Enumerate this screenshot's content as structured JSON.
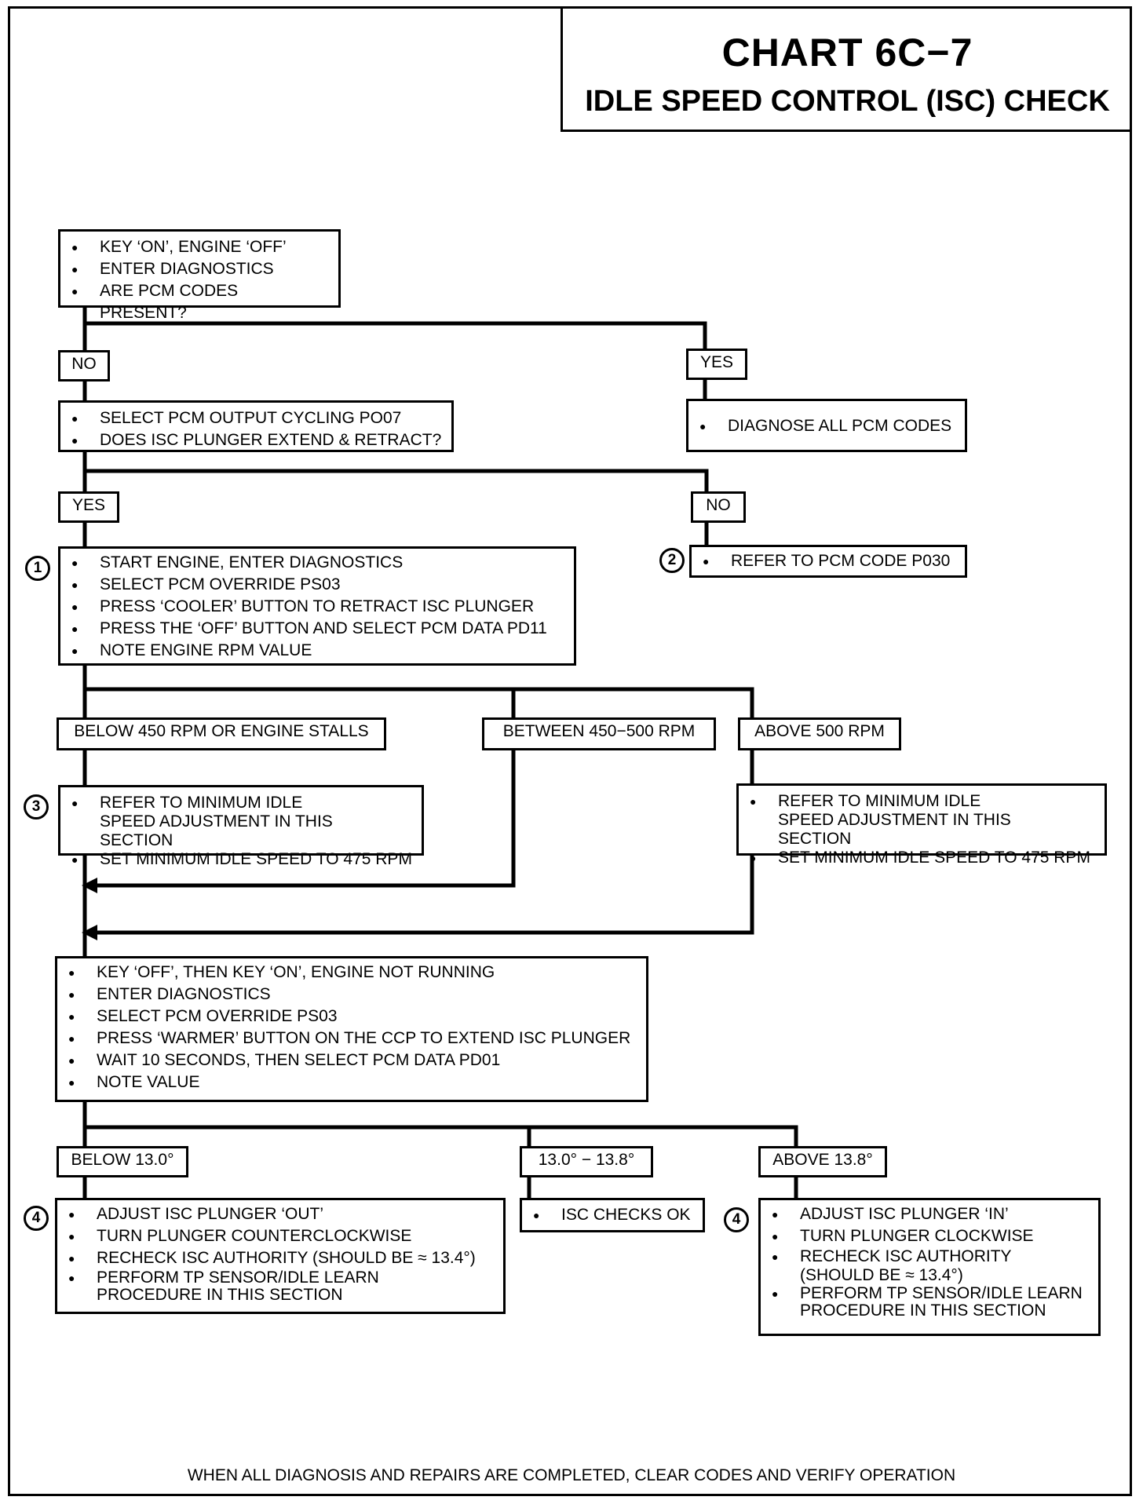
{
  "title": {
    "chart_id": "CHART 6C−7",
    "name": "IDLE SPEED CONTROL (ISC) CHECK"
  },
  "boxes": {
    "start": [
      "KEY ‘ON’, ENGINE ‘OFF’",
      "ENTER DIAGNOSTICS",
      "ARE PCM CODES PRESENT?"
    ],
    "output_cycling": [
      "SELECT PCM OUTPUT CYCLING PO07",
      "DOES ISC PLUNGER EXTEND & RETRACT?"
    ],
    "diagnose_codes": [
      "DIAGNOSE ALL PCM CODES"
    ],
    "retract_check": [
      "START ENGINE, ENTER DIAGNOSTICS",
      "SELECT PCM OVERRIDE PS03",
      "PRESS ‘COOLER’ BUTTON TO RETRACT ISC PLUNGER",
      "PRESS THE ‘OFF’ BUTTON AND SELECT PCM DATA PD11",
      "NOTE ENGINE RPM VALUE"
    ],
    "refer_p030": [
      "REFER TO PCM CODE P030"
    ],
    "min_idle_left": [
      "REFER TO MINIMUM IDLE SPEED ADJUSTMENT IN THIS SECTION",
      "SET MINIMUM IDLE SPEED TO 475 RPM"
    ],
    "min_idle_right": [
      "REFER TO MINIMUM IDLE SPEED ADJUSTMENT IN THIS SECTION",
      "SET MINIMUM IDLE SPEED TO 475 RPM"
    ],
    "extend_check": [
      "KEY ‘OFF’, THEN KEY ‘ON’, ENGINE NOT RUNNING",
      "ENTER DIAGNOSTICS",
      "SELECT PCM OVERRIDE PS03",
      "PRESS ‘WARMER’ BUTTON ON THE CCP TO EXTEND ISC PLUNGER",
      "WAIT 10 SECONDS, THEN SELECT PCM DATA PD01",
      "NOTE VALUE"
    ],
    "adjust_out": [
      "ADJUST ISC PLUNGER ‘OUT’",
      "TURN PLUNGER COUNTERCLOCKWISE",
      "RECHECK ISC AUTHORITY (SHOULD BE ≈ 13.4°)",
      "PERFORM TP SENSOR/IDLE LEARN PROCEDURE IN THIS SECTION"
    ],
    "isc_ok": [
      "ISC CHECKS OK"
    ],
    "adjust_in": [
      "ADJUST ISC PLUNGER ‘IN’",
      "TURN PLUNGER CLOCKWISE",
      "RECHECK ISC AUTHORITY (SHOULD BE ≈ 13.4°)",
      "PERFORM TP SENSOR/IDLE LEARN PROCEDURE IN THIS SECTION"
    ]
  },
  "labels": {
    "no1": "NO",
    "yes1": "YES",
    "yes2": "YES",
    "no2": "NO",
    "below450": "BELOW 450  RPM OR ENGINE STALLS",
    "between450": "BETWEEN 450−500 RPM",
    "above500": "ABOVE 500  RPM",
    "below13": "BELOW 13.0°",
    "range13": "13.0° − 13.8°",
    "above138": "ABOVE 13.8°"
  },
  "steps": {
    "s1": "1",
    "s2": "2",
    "s3": "3",
    "s4a": "4",
    "s4b": "4"
  },
  "footer": "WHEN ALL DIAGNOSIS AND REPAIRS ARE COMPLETED, CLEAR CODES AND VERIFY OPERATION"
}
